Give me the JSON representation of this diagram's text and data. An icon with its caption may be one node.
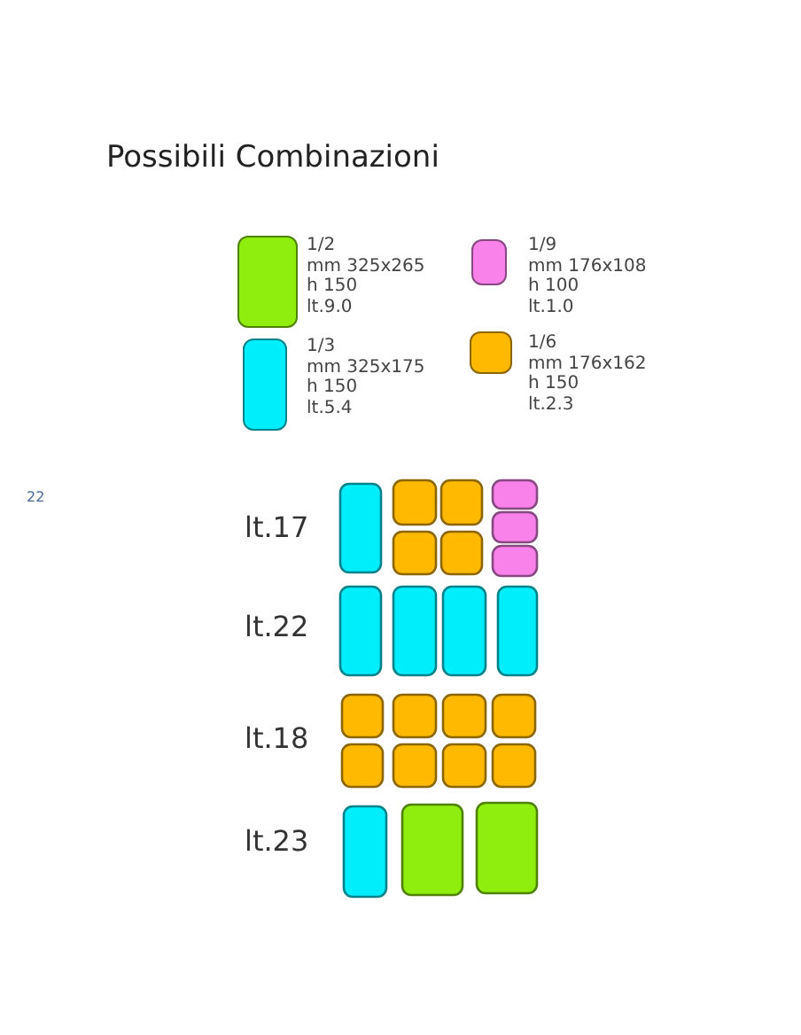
{
  "diagram": {
    "title": "Possibili Combinazioni",
    "labels": [
      "22",
      "lt.17",
      "lt.22",
      "lt.18",
      "lt.23"
    ],
    "legend": [
      {
        "text": "1/2 mm 325x265 h 150 lt.9.0",
        "color": "#8fee0e"
      },
      {
        "text": "1/9 mm 176x108 h 100 lt.1.0",
        "color": "#f882ea"
      },
      {
        "text": "1/3 mm 325x175 h 150 lt.5.4",
        "color": "#00eefc"
      },
      {
        "text": "1/6 mm 176x162 h 150 lt.2.3",
        "color": "#ffba00"
      }
    ]
  }
}
